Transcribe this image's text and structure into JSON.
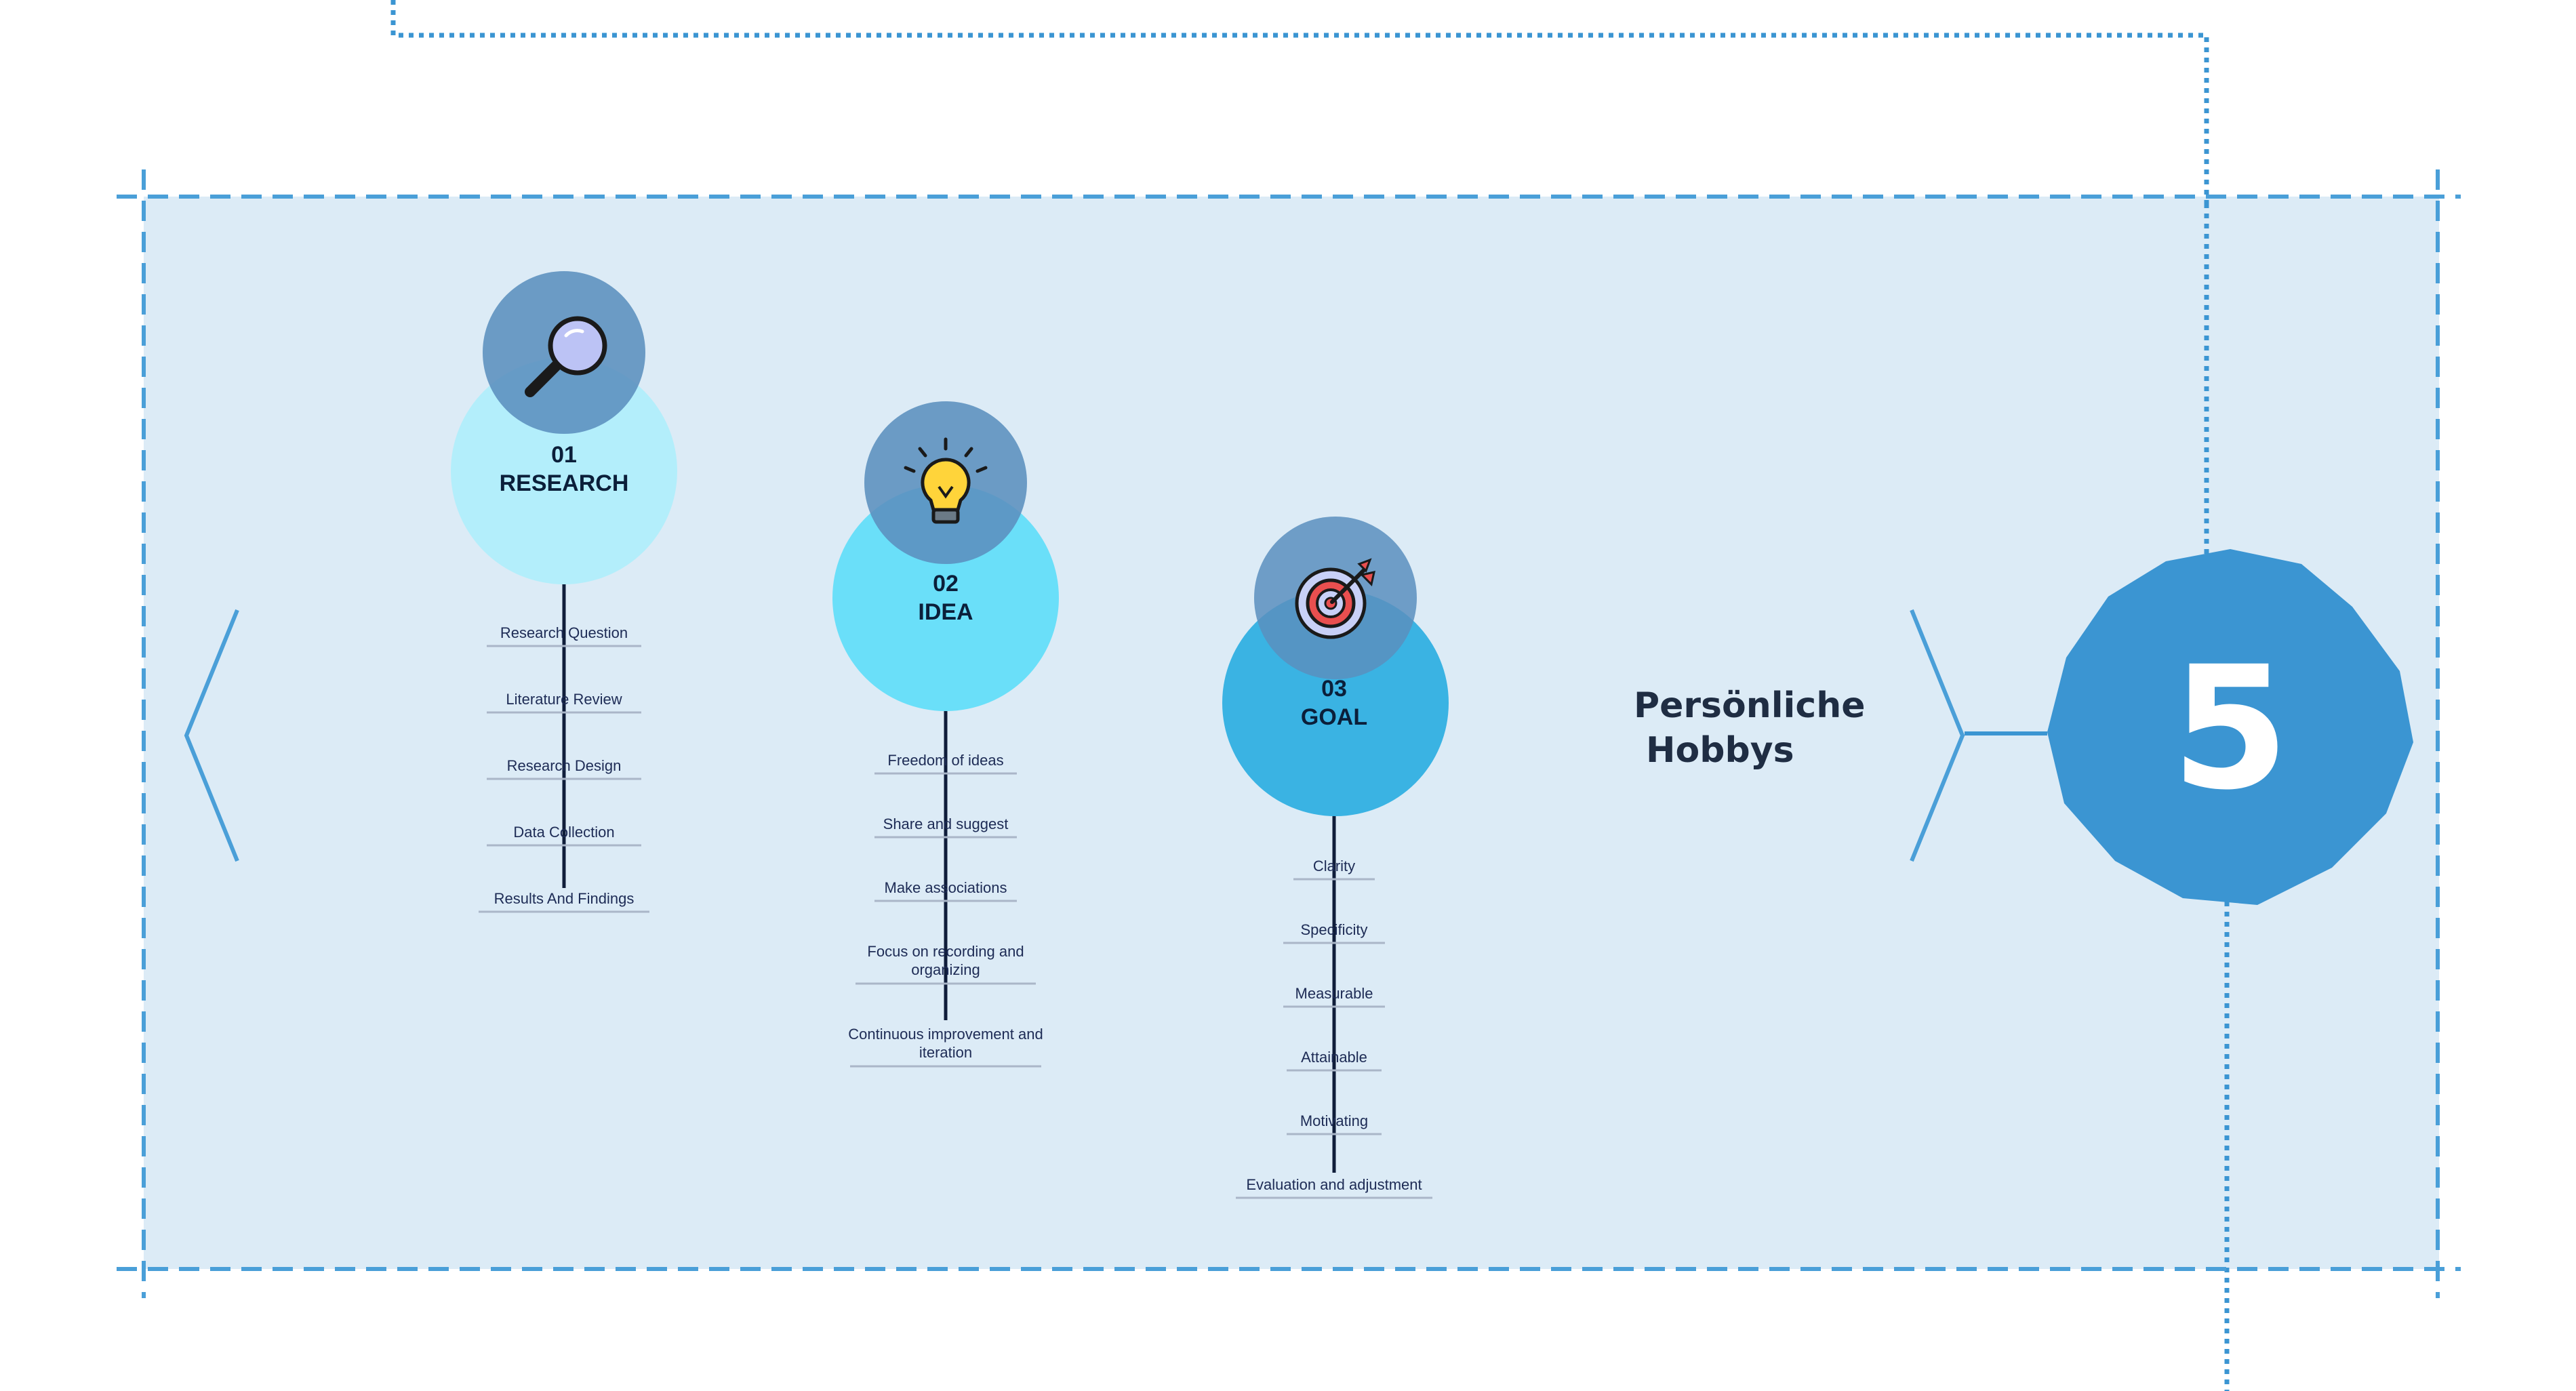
{
  "title": {
    "line1": "Persönliche",
    "line2": "Hobbys"
  },
  "badge_number": "5",
  "steps": [
    {
      "number": "01",
      "name": "RESEARCH",
      "icon": "magnifier-icon",
      "items": [
        "Research Question",
        "Literature Review",
        "Research Design",
        "Data Collection",
        "Results And Findings"
      ]
    },
    {
      "number": "02",
      "name": "IDEA",
      "icon": "lightbulb-icon",
      "items": [
        "Freedom of ideas",
        "Share and suggest",
        "Make associations",
        "Focus on recording and organizing",
        "Continuous improvement and iteration"
      ]
    },
    {
      "number": "03",
      "name": "GOAL",
      "icon": "target-icon",
      "items": [
        "Clarity",
        "Specificity",
        "Measurable",
        "Attainable",
        "Motivating",
        "Evaluation and adjustment"
      ]
    }
  ],
  "colors": {
    "panel": "#dcebf6",
    "dashed_border": "#4a9fd8",
    "icon_circle": "#5b8fbe",
    "research_circle": "#b3eefb",
    "idea_circle": "#6adff9",
    "goal_circle": "#3ab3e3",
    "badge": "#3b95d2",
    "text_dark": "#1d2b55"
  }
}
